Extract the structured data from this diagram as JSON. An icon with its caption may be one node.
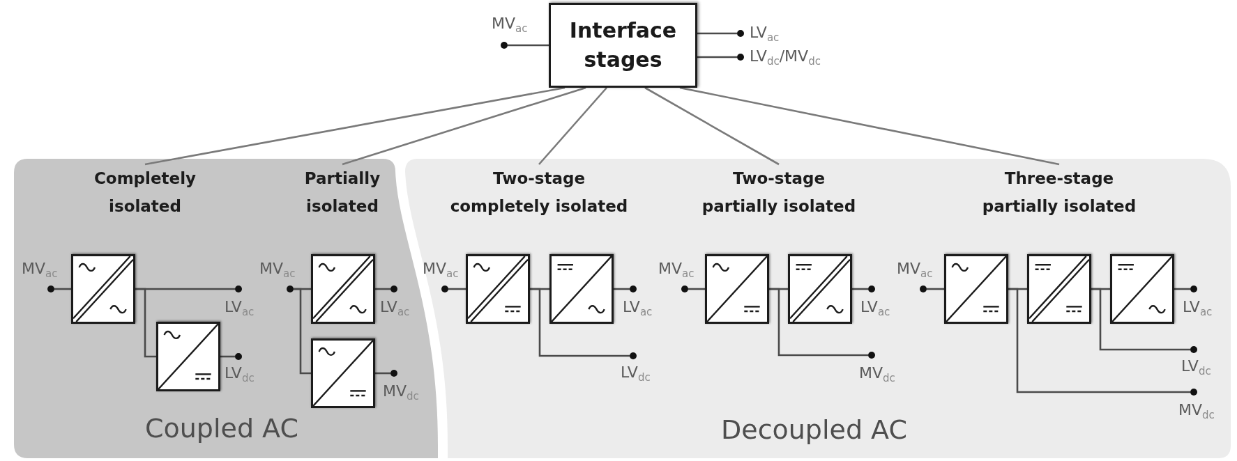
{
  "diagram": {
    "nodes": [
      {
        "text": [
          "Interface stages"
        ]
      },
      {
        "text": [],
        "shape": "circle",
        "beside": [
          "MV$_{ac}$"
        ]
      },
      {
        "text": [],
        "shape": "circle",
        "beside": [
          "LV$_{ac}$"
        ]
      },
      {
        "text": [],
        "shape": "circle",
        "beside": [
          "LV$_{dc}$/MV$_{dc}$"
        ]
      },
      {
        "text": [
          "Coupled AC"
        ]
      },
      {
        "text": [
          "Completely isolated"
        ],
        "in": 4
      },
      {
        "text": [
          "Partially isolated"
        ],
        "in": 4
      },
      {
        "text": [],
        "shape": "circle",
        "beside": [
          "MV$_{ac}$"
        ],
        "in": 4
      },
      {
        "text": [],
        "shape": "box",
        "in": 4
      },
      {
        "text": [],
        "shape": "circle",
        "beside": [
          "LV$_{ac}$"
        ],
        "in": 4
      },
      {
        "text": [],
        "shape": "box",
        "in": 4
      },
      {
        "text": [],
        "shape": "circle",
        "beside": [
          "LV$_{dc}$"
        ],
        "in": 4
      },
      {
        "text": [],
        "shape": "circle",
        "beside": [
          "MV$_{ac}$"
        ],
        "in": 4
      },
      {
        "text": [],
        "shape": "box",
        "in": 4
      },
      {
        "text": [],
        "shape": "circle",
        "beside": [
          "LV$_{ac}$"
        ],
        "in": 4
      },
      {
        "text": [],
        "shape": "box",
        "in": 4
      },
      {
        "text": [],
        "shape": "circle",
        "beside": [
          "MV$_{dc}$"
        ],
        "in": 4
      },
      {
        "text": [
          "Decoupled AC"
        ]
      },
      {
        "text": [
          "Two-stage completely isolated"
        ],
        "in": 17
      },
      {
        "text": [
          "Two-stage partially isolated"
        ],
        "in": 17
      },
      {
        "text": [
          "Three-stage partially isolated"
        ],
        "in": 17
      },
      {
        "text": [],
        "shape": "circle",
        "beside": [
          "MV$_{ac}$"
        ],
        "in": 17
      },
      {
        "text": [],
        "shape": "box",
        "in": 17
      },
      {
        "text": [],
        "shape": "box",
        "in": 17
      },
      {
        "text": [],
        "shape": "circle",
        "beside": [
          "LV$_{ac}$"
        ],
        "in": 17
      },
      {
        "text": [],
        "shape": "circle",
        "beside": [
          "LV$_{dc}$"
        ],
        "in": 17
      },
      {
        "text": [],
        "shape": "circle",
        "beside": [
          "MV$_{ac}$"
        ],
        "in": 17
      },
      {
        "text": [],
        "shape": "box",
        "in": 17
      },
      {
        "text": [],
        "shape": "box",
        "in": 17
      },
      {
        "text": [],
        "shape": "circle",
        "beside": [
          "LV$_{ac}$"
        ],
        "in": 17
      },
      {
        "text": [],
        "shape": "circle",
        "beside": [
          "MV$_{dc}$"
        ],
        "in": 17
      },
      {
        "text": [],
        "shape": "circle",
        "beside": [
          "MV$_{ac}$"
        ],
        "in": 17
      },
      {
        "text": [],
        "shape": "box",
        "in": 17
      },
      {
        "text": [],
        "shape": "box",
        "in": 17
      },
      {
        "text": [],
        "shape": "box",
        "in": 17
      },
      {
        "text": [],
        "shape": "circle",
        "beside": [
          "LV$_{ac}$"
        ],
        "in": 17
      },
      {
        "text": [],
        "shape": "circle",
        "beside": [
          "LV$_{dc}$"
        ],
        "in": 17
      },
      {
        "text": [],
        "shape": "circle",
        "beside": [
          "MV$_{dc}$"
        ],
        "in": 17
      }
    ],
    "edges": [
      {
        "from": 1,
        "to": 0,
        "arrow": "none"
      },
      {
        "from": 0,
        "to": 2,
        "arrow": "none"
      },
      {
        "from": 0,
        "to": 3,
        "arrow": "none"
      },
      {
        "from": 0,
        "to": 5,
        "arrow": "none",
        "color": "#7a7a7a"
      },
      {
        "from": 0,
        "to": 6,
        "arrow": "none",
        "color": "#7a7a7a"
      },
      {
        "from": 0,
        "to": 18,
        "arrow": "none",
        "color": "#7a7a7a"
      },
      {
        "from": 0,
        "to": 19,
        "arrow": "none",
        "color": "#7a7a7a"
      },
      {
        "from": 0,
        "to": 20,
        "arrow": "none",
        "color": "#7a7a7a"
      },
      {
        "from": 7,
        "to": 8,
        "arrow": "none"
      },
      {
        "from": 8,
        "to": 9,
        "arrow": "none"
      },
      {
        "from": 8,
        "to": 10,
        "arrow": "none"
      },
      {
        "from": 10,
        "to": 11,
        "arrow": "none"
      },
      {
        "from": 12,
        "to": 13,
        "arrow": "none"
      },
      {
        "from": 12,
        "to": 15,
        "arrow": "none"
      },
      {
        "from": 13,
        "to": 14,
        "arrow": "none"
      },
      {
        "from": 15,
        "to": 16,
        "arrow": "none"
      },
      {
        "from": 21,
        "to": 22,
        "arrow": "none"
      },
      {
        "from": 22,
        "to": 23,
        "arrow": "none"
      },
      {
        "from": 23,
        "to": 24,
        "arrow": "none"
      },
      {
        "from": 22,
        "to": 25,
        "arrow": "none"
      },
      {
        "from": 26,
        "to": 27,
        "arrow": "none"
      },
      {
        "from": 27,
        "to": 28,
        "arrow": "none"
      },
      {
        "from": 28,
        "to": 29,
        "arrow": "none"
      },
      {
        "from": 27,
        "to": 30,
        "arrow": "none"
      },
      {
        "from": 31,
        "to": 32,
        "arrow": "none"
      },
      {
        "from": 32,
        "to": 33,
        "arrow": "none"
      },
      {
        "from": 33,
        "to": 34,
        "arrow": "none"
      },
      {
        "from": 34,
        "to": 35,
        "arrow": "none"
      },
      {
        "from": 33,
        "to": 36,
        "arrow": "none"
      },
      {
        "from": 32,
        "to": 37,
        "arrow": "none"
      }
    ]
  }
}
